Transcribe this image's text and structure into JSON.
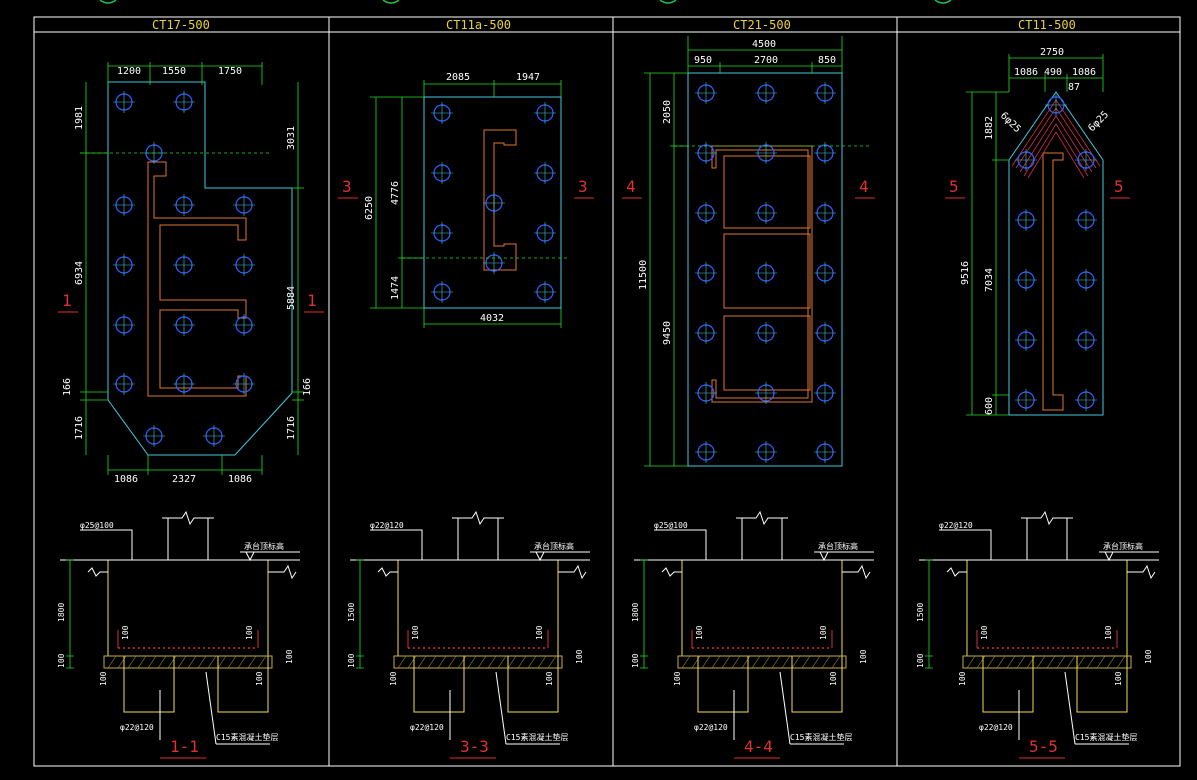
{
  "panels": [
    {
      "id": "ct17",
      "title": "CT17-500",
      "section_mark": "1",
      "section_title": "1-1",
      "dims": {
        "top": [
          "1200",
          "1550",
          "1750"
        ],
        "bottom": [
          "1086",
          "2327",
          "1086"
        ],
        "left": [
          "1981",
          "6934",
          "166",
          "1716"
        ],
        "right": [
          "3031",
          "5884",
          "166",
          "1716"
        ]
      },
      "section": {
        "top_bar": "φ25@100",
        "label": "承台顶标高",
        "depth": "1800",
        "cover": "100",
        "haunch": "100",
        "bottom_bar": "φ22@120",
        "cushion": "C15素混凝土垫层"
      }
    },
    {
      "id": "ct11a",
      "title": "CT11a-500",
      "section_mark": "3",
      "section_title": "3-3",
      "dims": {
        "top": [
          "2085",
          "1947"
        ],
        "bottom": [
          "4032"
        ],
        "left": [
          "6250"
        ],
        "right": [
          "4776",
          "1474"
        ]
      },
      "section": {
        "top_bar": "φ22@120",
        "label": "承台顶标高",
        "depth": "1500",
        "cover": "100",
        "haunch": "100",
        "bottom_bar": "φ22@120",
        "cushion": "C15素混凝土垫层"
      }
    },
    {
      "id": "ct21",
      "title": "CT21-500",
      "section_mark": "4",
      "section_title": "4-4",
      "dims": {
        "top_total": "4500",
        "top": [
          "950",
          "2700",
          "850"
        ],
        "left": [
          "11500"
        ],
        "right": [
          "2050",
          "9450"
        ]
      },
      "section": {
        "top_bar": "φ25@100",
        "label": "承台顶标高",
        "depth": "1800",
        "cover": "100",
        "haunch": "100",
        "bottom_bar": "φ22@120",
        "cushion": "C15素混凝土垫层"
      }
    },
    {
      "id": "ct11",
      "title": "CT11-500",
      "section_mark": "5",
      "section_title": "5-5",
      "dims": {
        "top_total": "2750",
        "top": [
          "1086",
          "490",
          "1086"
        ],
        "extra": "87",
        "left": [
          "9516"
        ],
        "right": [
          "1882",
          "7034",
          "600"
        ],
        "rebar_left": "6φ25",
        "rebar_right": "6φ25"
      },
      "section": {
        "top_bar": "φ22@120",
        "label": "承台顶标高",
        "depth": "1500",
        "cover": "100",
        "haunch": "100",
        "bottom_bar": "φ22@120",
        "cushion": "C15素混凝土垫层"
      }
    }
  ],
  "colors": {
    "background": "#000000",
    "cap_outline": "#40c8e0",
    "dimension": "#20e020",
    "core_wall": "#e07830",
    "pile": "#3060ff",
    "section_mark": "#e03030",
    "title": "#e8d040",
    "section_line": "#f0e050",
    "rebar": "#d03040",
    "frame": "#ffffff"
  }
}
